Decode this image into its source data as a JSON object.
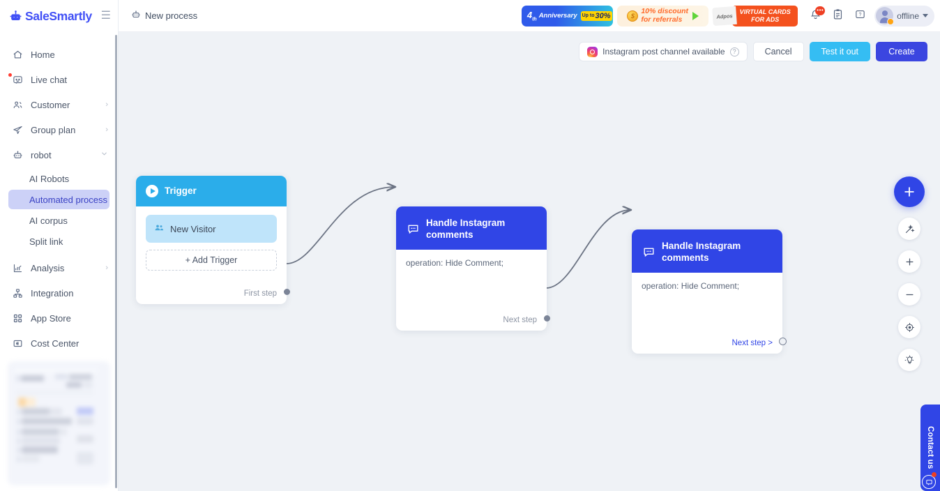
{
  "brand": {
    "name_part1": "Sale",
    "name_part2": "Smartly",
    "logo_icon": "robot-logo-icon",
    "menu_icon": "hamburger-icon"
  },
  "sidebar": {
    "items": [
      {
        "label": "Home",
        "icon": "home-icon",
        "chevron": "",
        "dot": false
      },
      {
        "label": "Live chat",
        "icon": "chat-icon",
        "chevron": "",
        "dot": true
      },
      {
        "label": "Customer",
        "icon": "users-icon",
        "chevron": "›",
        "dot": false
      },
      {
        "label": "Group plan",
        "icon": "send-icon",
        "chevron": "›",
        "dot": false
      },
      {
        "label": "robot",
        "icon": "robot-icon",
        "chevron": "∨",
        "dot": false
      }
    ],
    "sub_items": [
      {
        "label": "AI Robots",
        "active": false
      },
      {
        "label": "Automated process",
        "active": true
      },
      {
        "label": "AI corpus",
        "active": false
      },
      {
        "label": "Split link",
        "active": false
      }
    ],
    "items_after": [
      {
        "label": "Analysis",
        "icon": "chart-icon",
        "chevron": "›",
        "dot": false
      },
      {
        "label": "Integration",
        "icon": "integration-icon",
        "chevron": "",
        "dot": false
      },
      {
        "label": "App Store",
        "icon": "grid-icon",
        "chevron": "",
        "dot": false
      },
      {
        "label": "Cost Center",
        "icon": "cost-icon",
        "chevron": "",
        "dot": false
      }
    ]
  },
  "topbar": {
    "process_title": "New process",
    "process_icon": "robot-icon",
    "promos": {
      "anniversary": {
        "number": "4",
        "ordinal": "th",
        "label": "Anniversary",
        "pill_prefix": "Up to",
        "pill_value": "30%"
      },
      "referral": {
        "line1": "10% discount",
        "line2": "for referrals",
        "coin_icon": "coin-icon"
      },
      "ads": {
        "tag": "Adpos",
        "line1": "VIRTUAL CARDS",
        "line2": "FOR ADS"
      }
    },
    "bell_icon": "bell-icon",
    "bell_badge": "•••",
    "clipboard_icon": "clipboard-icon",
    "help_icon": "question-icon",
    "user": {
      "status": "offline",
      "avatar_icon": "avatar-icon",
      "caret_icon": "chevron-down-icon"
    }
  },
  "action_bar": {
    "channel_chip": {
      "label": "Instagram post channel available",
      "icon": "instagram-icon",
      "help_icon": "question-icon"
    },
    "cancel": "Cancel",
    "test": "Test it out",
    "create": "Create"
  },
  "canvas": {
    "trigger_node": {
      "title": "Trigger",
      "icon": "play-icon",
      "trigger_chip": {
        "label": "New Visitor",
        "icon": "visitors-icon"
      },
      "add_trigger": "+ Add Trigger",
      "footer": "First step"
    },
    "action_nodes": [
      {
        "title": "Handle Instagram comments",
        "icon": "comment-bubble-icon",
        "operation": "operation: Hide Comment;",
        "footer": "Next step"
      },
      {
        "title": "Handle Instagram comments",
        "icon": "comment-bubble-icon",
        "operation": "operation: Hide Comment;",
        "footer": "Next step >"
      }
    ]
  },
  "tools": [
    {
      "name": "add-node-button",
      "glyph": "+"
    },
    {
      "name": "magic-wand-button",
      "glyph": "✦"
    },
    {
      "name": "zoom-in-button",
      "glyph": "+"
    },
    {
      "name": "zoom-out-button",
      "glyph": "−"
    },
    {
      "name": "fit-view-button",
      "glyph": "◉"
    },
    {
      "name": "hint-button",
      "glyph": "☀"
    }
  ],
  "contact": {
    "label": "Contact us",
    "icon": "chat-icon"
  },
  "colors": {
    "brand_purple": "#4150f6",
    "node_blue": "#3045e6",
    "trigger_blue": "#2badea",
    "accent_cyan": "#35bdf3",
    "canvas_bg": "#eff2f6",
    "badge_red": "#ee3f23",
    "status_orange": "#ffa412",
    "active_sub_bg": "#ccd1f7"
  }
}
